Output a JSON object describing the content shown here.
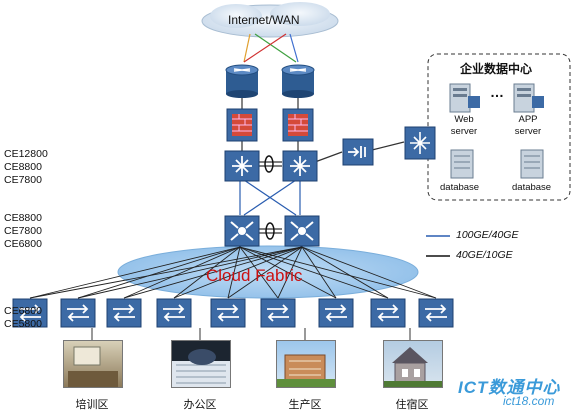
{
  "cloud_top": {
    "label": "Internet/WAN"
  },
  "dc_box": {
    "title": "企业数据中心",
    "servers": [
      {
        "label": "Web\nserver"
      },
      {
        "label": "APP\nserver"
      }
    ],
    "ellipsis": "…",
    "databases": [
      {
        "label": "database"
      },
      {
        "label": "database"
      }
    ]
  },
  "layers": {
    "core": {
      "models": [
        "CE12800",
        "CE8800",
        "CE7800"
      ]
    },
    "aggregation": {
      "models": [
        "CE8800",
        "CE7800",
        "CE6800"
      ]
    },
    "access": {
      "models": [
        "CE6800",
        "CE5800"
      ]
    }
  },
  "fabric": {
    "label": "Cloud Fabric",
    "label_color": "#cc1111"
  },
  "legend": [
    {
      "label": "100GE/40GE",
      "color": "#2a5db0"
    },
    {
      "label": "40GE/10GE",
      "color": "#111111"
    }
  ],
  "zones": [
    {
      "label": "培训区"
    },
    {
      "label": "办公区"
    },
    {
      "label": "生产区"
    },
    {
      "label": "住宿区"
    }
  ],
  "watermark": {
    "text": "ICT数通中心",
    "sub": "ict18.com"
  },
  "colors": {
    "device_blue": "#3d6ea8",
    "link_blue": "#2a5db0",
    "cloud_blue": "#9cc7ec"
  }
}
